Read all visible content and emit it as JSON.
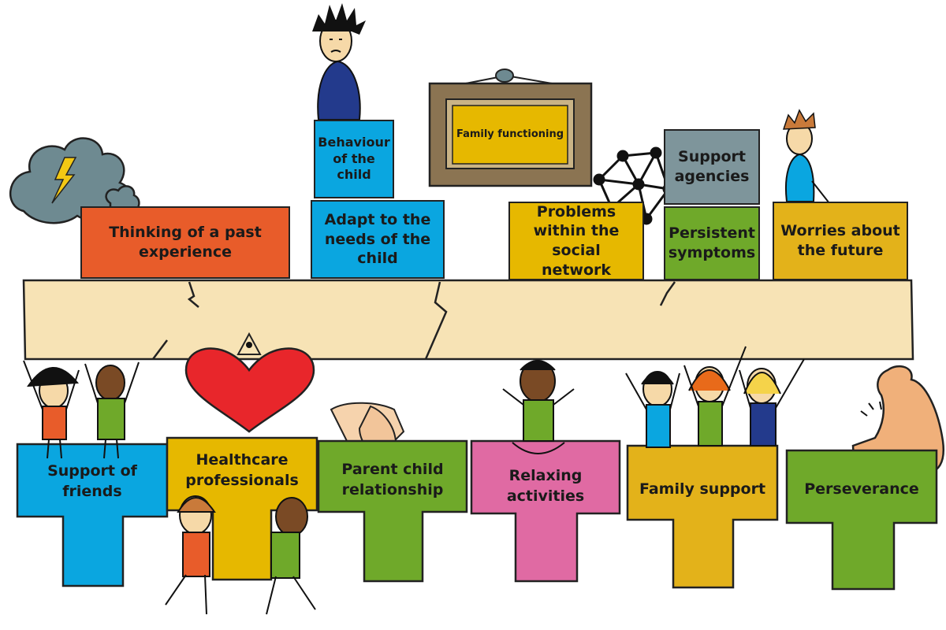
{
  "colors": {
    "beam": "#f7e3b5",
    "orange": "#e85c2a",
    "blue": "#0aa6e0",
    "yellow": "#e6b800",
    "gold": "#e3b21a",
    "green": "#6fa92a",
    "grey": "#7e959b",
    "pink": "#e06aa3",
    "heart": "#e8262b",
    "frame": "#8b7452",
    "cloud": "#6e8a91"
  },
  "burdens": {
    "past_experience": "Thinking of a past experience",
    "behaviour_child": "Behaviour of the child",
    "adapt_needs": "Adapt to the needs of the child",
    "family_functioning": "Family functioning",
    "social_network": "Problems within the social network",
    "support_agencies": "Support agencies",
    "persistent_symptoms": "Persistent symptoms",
    "worries_future": "Worries about the future"
  },
  "supports": {
    "friends": "Support of friends",
    "healthcare": "Healthcare professionals",
    "parent_child": "Parent child relationship",
    "relaxing": "Relaxing activities",
    "family": "Family support",
    "perseverance": "Perseverance"
  },
  "icons": [
    "storm-cloud-icon",
    "lightning-icon",
    "network-icon",
    "heart-icon",
    "handshake-icon",
    "flexed-arm-icon",
    "picture-frame-icon"
  ]
}
